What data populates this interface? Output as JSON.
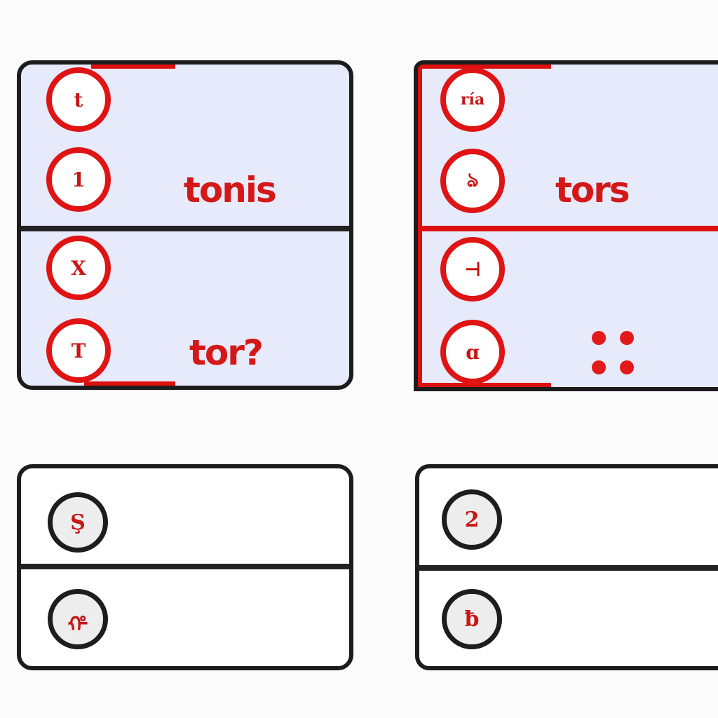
{
  "cards": [
    {
      "top_badges": [
        "t",
        "1"
      ],
      "top_label": "tonis",
      "bottom_badges": [
        "X",
        "T"
      ],
      "bottom_label": "tor?"
    },
    {
      "top_badges": [
        "ría",
        "ঌ"
      ],
      "top_label": "tors",
      "bottom_badges": [
        "⊣",
        "ɑ"
      ],
      "bottom_icon": "four-red-dots"
    },
    {
      "badges": [
        "Ş",
        "ᡥ"
      ]
    },
    {
      "badges": [
        "2",
        "ƀ"
      ]
    }
  ],
  "colors": {
    "accent_red": "#dd1010",
    "outline": "#1c1c1c",
    "panel_blue": "#e6eafa",
    "badge_fill": "#ededed"
  }
}
